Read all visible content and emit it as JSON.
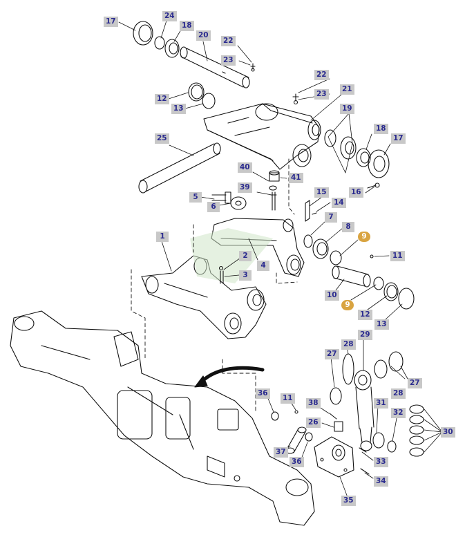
{
  "diagram": {
    "accent_color": "#d9a441",
    "label_color": "#2b2b8f",
    "label_bg": "#c8c8c8",
    "callouts": [
      {
        "id": "17a",
        "text": "17"
      },
      {
        "id": "24",
        "text": "24"
      },
      {
        "id": "18a",
        "text": "18"
      },
      {
        "id": "20",
        "text": "20"
      },
      {
        "id": "22a",
        "text": "22"
      },
      {
        "id": "23a",
        "text": "23"
      },
      {
        "id": "22b",
        "text": "22"
      },
      {
        "id": "23b",
        "text": "23"
      },
      {
        "id": "12a",
        "text": "12"
      },
      {
        "id": "13a",
        "text": "13"
      },
      {
        "id": "21",
        "text": "21"
      },
      {
        "id": "19",
        "text": "19"
      },
      {
        "id": "18b",
        "text": "18"
      },
      {
        "id": "17b",
        "text": "17"
      },
      {
        "id": "25",
        "text": "25"
      },
      {
        "id": "40",
        "text": "40"
      },
      {
        "id": "41",
        "text": "41"
      },
      {
        "id": "5",
        "text": "5"
      },
      {
        "id": "39",
        "text": "39"
      },
      {
        "id": "6",
        "text": "6"
      },
      {
        "id": "15",
        "text": "15"
      },
      {
        "id": "16",
        "text": "16"
      },
      {
        "id": "14",
        "text": "14"
      },
      {
        "id": "7",
        "text": "7"
      },
      {
        "id": "8",
        "text": "8"
      },
      {
        "id": "9a",
        "text": "9",
        "highlight": true
      },
      {
        "id": "11a",
        "text": "11"
      },
      {
        "id": "1",
        "text": "1"
      },
      {
        "id": "2",
        "text": "2"
      },
      {
        "id": "4",
        "text": "4"
      },
      {
        "id": "3",
        "text": "3"
      },
      {
        "id": "10",
        "text": "10"
      },
      {
        "id": "9b",
        "text": "9",
        "highlight": true
      },
      {
        "id": "12b",
        "text": "12"
      },
      {
        "id": "13b",
        "text": "13"
      },
      {
        "id": "29",
        "text": "29"
      },
      {
        "id": "28a",
        "text": "28"
      },
      {
        "id": "27a",
        "text": "27"
      },
      {
        "id": "28b",
        "text": "28"
      },
      {
        "id": "27b",
        "text": "27"
      },
      {
        "id": "36a",
        "text": "36"
      },
      {
        "id": "11b",
        "text": "11"
      },
      {
        "id": "38",
        "text": "38"
      },
      {
        "id": "26",
        "text": "26"
      },
      {
        "id": "31",
        "text": "31"
      },
      {
        "id": "32",
        "text": "32"
      },
      {
        "id": "30",
        "text": "30"
      },
      {
        "id": "37",
        "text": "37"
      },
      {
        "id": "36b",
        "text": "36"
      },
      {
        "id": "33",
        "text": "33"
      },
      {
        "id": "34",
        "text": "34"
      },
      {
        "id": "35",
        "text": "35"
      }
    ]
  }
}
